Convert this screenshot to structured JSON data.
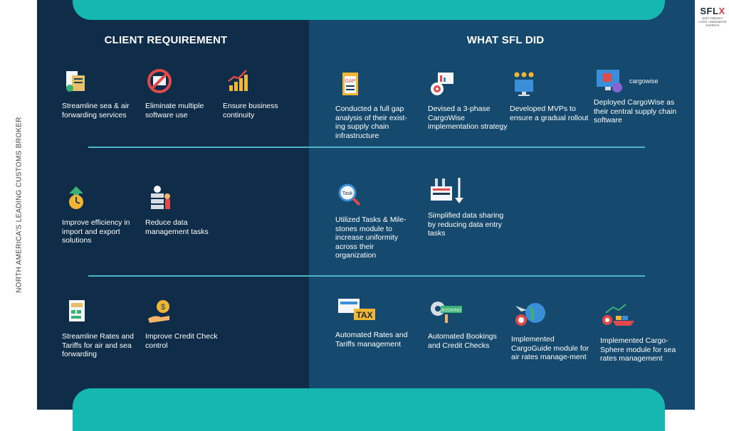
{
  "side_text": "NORTH AMERICA'S LEADING CUSTOMS BROKER",
  "logo": {
    "mark_a": "SFL",
    "mark_b": "X",
    "sub": "SOFT FREIGHT LOGIC / INNOVATIVE EXPERTS"
  },
  "headers": {
    "left": "CLIENT REQUIREMENT",
    "right": "WHAT SFL DID"
  },
  "requirements": [
    {
      "icon": "documents-icon",
      "text": "Streamline sea & air forwarding services"
    },
    {
      "icon": "no-software-icon",
      "text": "Eliminate multiple software use"
    },
    {
      "icon": "growth-chart-icon",
      "text": "Ensure business continuity"
    },
    {
      "icon": "efficiency-clock-icon",
      "text": "Improve efficiency in import and export solutions"
    },
    {
      "icon": "data-servers-icon",
      "text": "Reduce data management tasks"
    },
    {
      "icon": "tax-calculator-icon",
      "text": "Streamline Rates and Tariffs for air and sea forwarding"
    },
    {
      "icon": "credit-coin-icon",
      "text": "Improve Credit Check control"
    }
  ],
  "actions": [
    {
      "icon": "gap-clipboard-icon",
      "text": "Conducted a full gap analysis of their exist-ing supply chain infrastructure"
    },
    {
      "icon": "strategy-target-icon",
      "text": "Devised a 3-phase CargoWise implementation strategy"
    },
    {
      "icon": "mvp-monitor-icon",
      "text": "Developed MVPs to ensure a gradual rollout"
    },
    {
      "icon": "cargowise-monitor-icon",
      "text": "Deployed CargoWise as their central supply chain software",
      "brand": "cargowise"
    },
    {
      "icon": "task-search-icon",
      "text": "Utilized Tasks & Mile-stones module to increase uniformity across their organization"
    },
    {
      "icon": "data-entry-icon",
      "text": "Simplified data sharing by reducing data entry tasks"
    },
    {
      "icon": "tax-rates-icon",
      "text": "Automated Rates and Tariffs management"
    },
    {
      "icon": "booking-gear-icon",
      "text": "Automated Bookings and Credit Checks"
    },
    {
      "icon": "air-globe-icon",
      "text": "Implemented CargoGuide module for air rates manage-ment"
    },
    {
      "icon": "sea-ship-icon",
      "text": "Implemented Cargo-Sphere module for sea rates management"
    }
  ],
  "colors": {
    "left_panel": "#0f2d48",
    "right_panel": "#154a6e",
    "accent": "#15b7b0",
    "divider": "#4fb4c6"
  }
}
